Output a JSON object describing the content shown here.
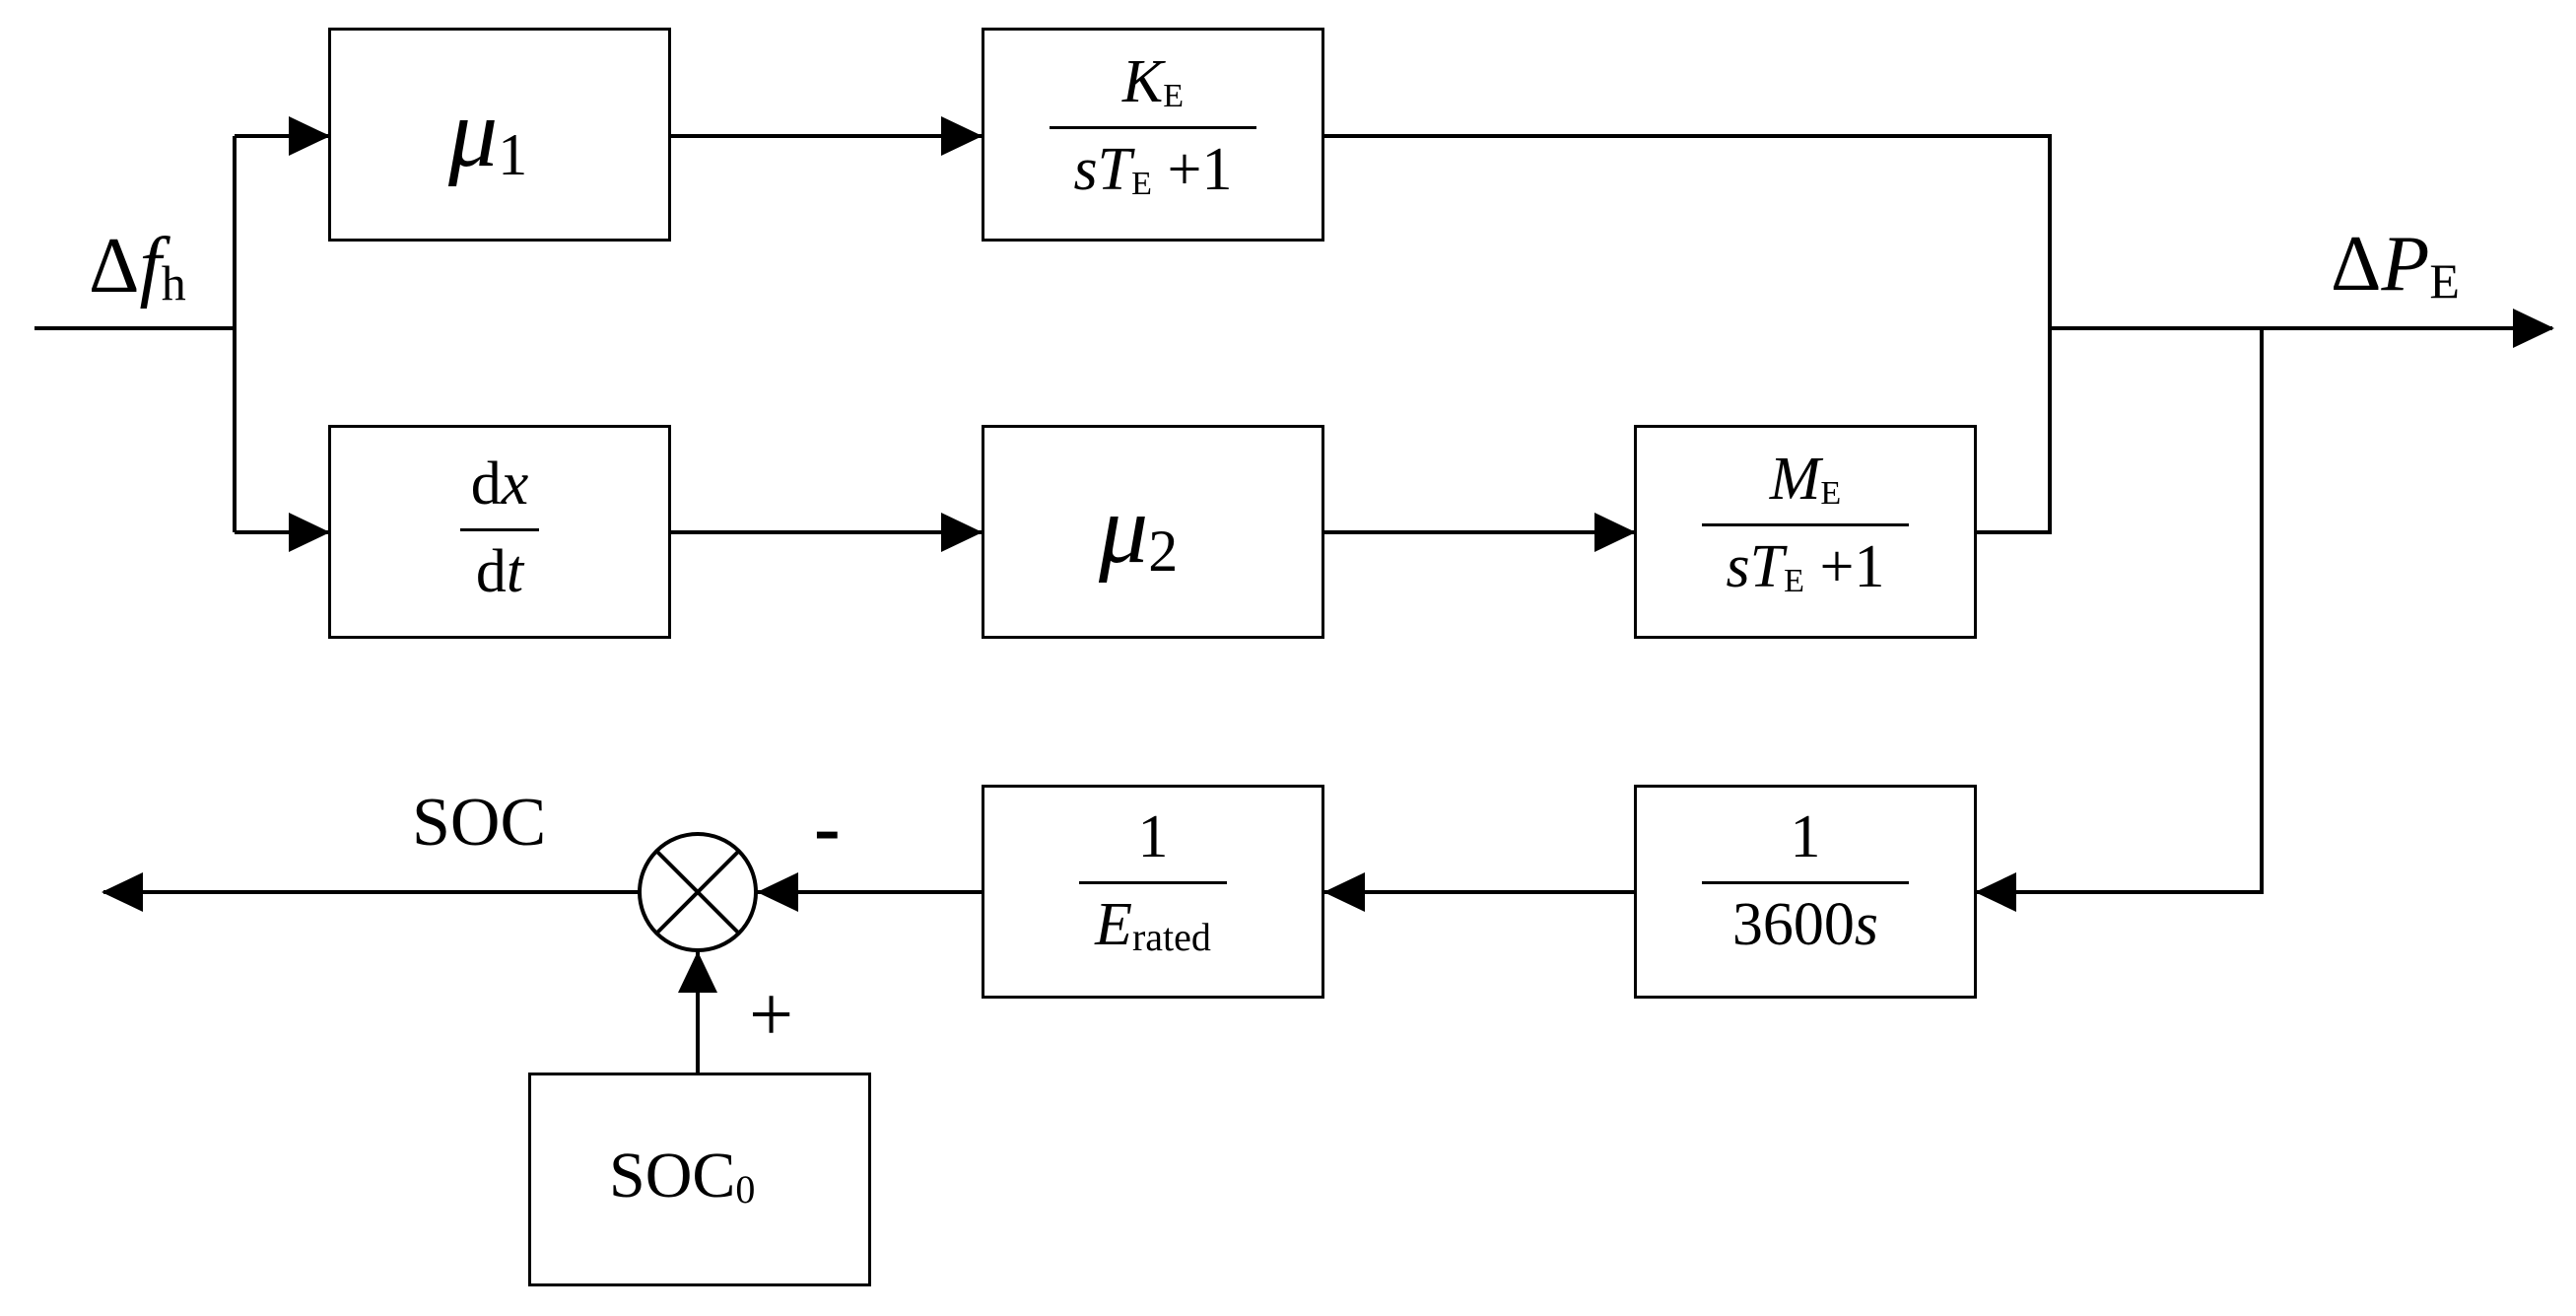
{
  "signals": {
    "input": {
      "prefix": "Δ",
      "main": "f",
      "sub": "h"
    },
    "output": {
      "prefix": "Δ",
      "main": "P",
      "sub": "E"
    },
    "soc_out": "SOC",
    "minus_sign": "-",
    "plus_sign": "+"
  },
  "blocks": {
    "mu1": {
      "main": "μ",
      "sub": "1"
    },
    "mu2": {
      "main": "μ",
      "sub": "2"
    },
    "deriv": {
      "num": [
        "d",
        "x"
      ],
      "den": [
        "d",
        "t"
      ]
    },
    "tf1": {
      "num": {
        "main": "K",
        "sub": "E"
      },
      "den": {
        "s": "s",
        "T": "T",
        "sub": "E",
        "rest": "+1"
      }
    },
    "tf2": {
      "num": {
        "main": "M",
        "sub": "E"
      },
      "den": {
        "s": "s",
        "T": "T",
        "sub": "E",
        "rest": "+1"
      }
    },
    "integ": {
      "num": "1",
      "den_num": "3600",
      "den_s": "s"
    },
    "rated": {
      "num": "1",
      "den_main": "E",
      "den_sub": "rated"
    },
    "soc0": {
      "main": "SOC",
      "sub": "0"
    }
  }
}
